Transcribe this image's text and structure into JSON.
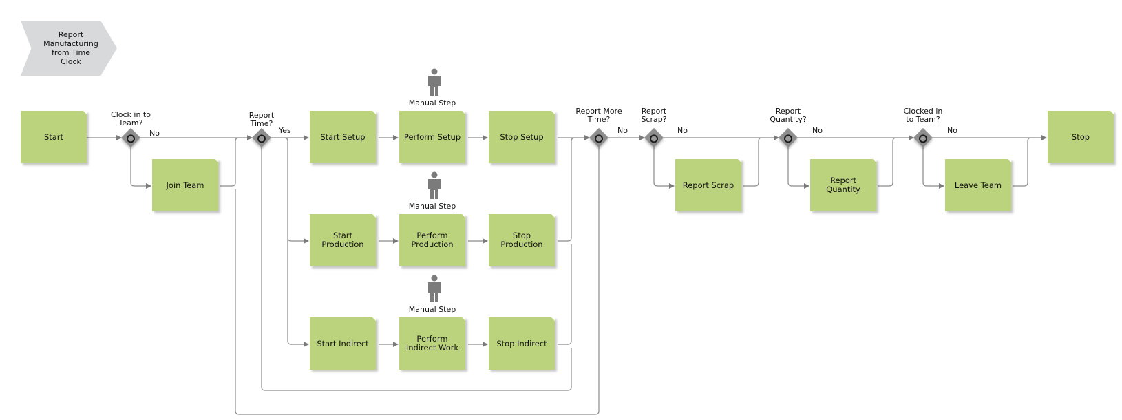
{
  "process_title": "Report Manufacturing from Time Clock",
  "manual_step_label": "Manual Step",
  "boxes": {
    "start": "Start",
    "join_team": "Join Team",
    "start_setup": "Start Setup",
    "perform_setup": "Perform Setup",
    "stop_setup": "Stop Setup",
    "start_production": "Start Production",
    "perform_production": "Perform Production",
    "stop_production": "Stop Production",
    "start_indirect": "Start Indirect",
    "perform_indirect": "Perform Indirect Work",
    "stop_indirect": "Stop Indirect",
    "report_scrap": "Report Scrap",
    "report_quantity": "Report Quantity",
    "leave_team": "Leave Team",
    "stop": "Stop"
  },
  "gateways": {
    "clock_in": "Clock in to Team?",
    "report_time": "Report Time?",
    "report_more_time": "Report More Time?",
    "report_scrap": "Report Scrap?",
    "report_quantity": "Report Quantity?",
    "clocked_in": "Clocked in to Team?"
  },
  "edge_labels": {
    "no": "No",
    "yes": "Yes"
  }
}
